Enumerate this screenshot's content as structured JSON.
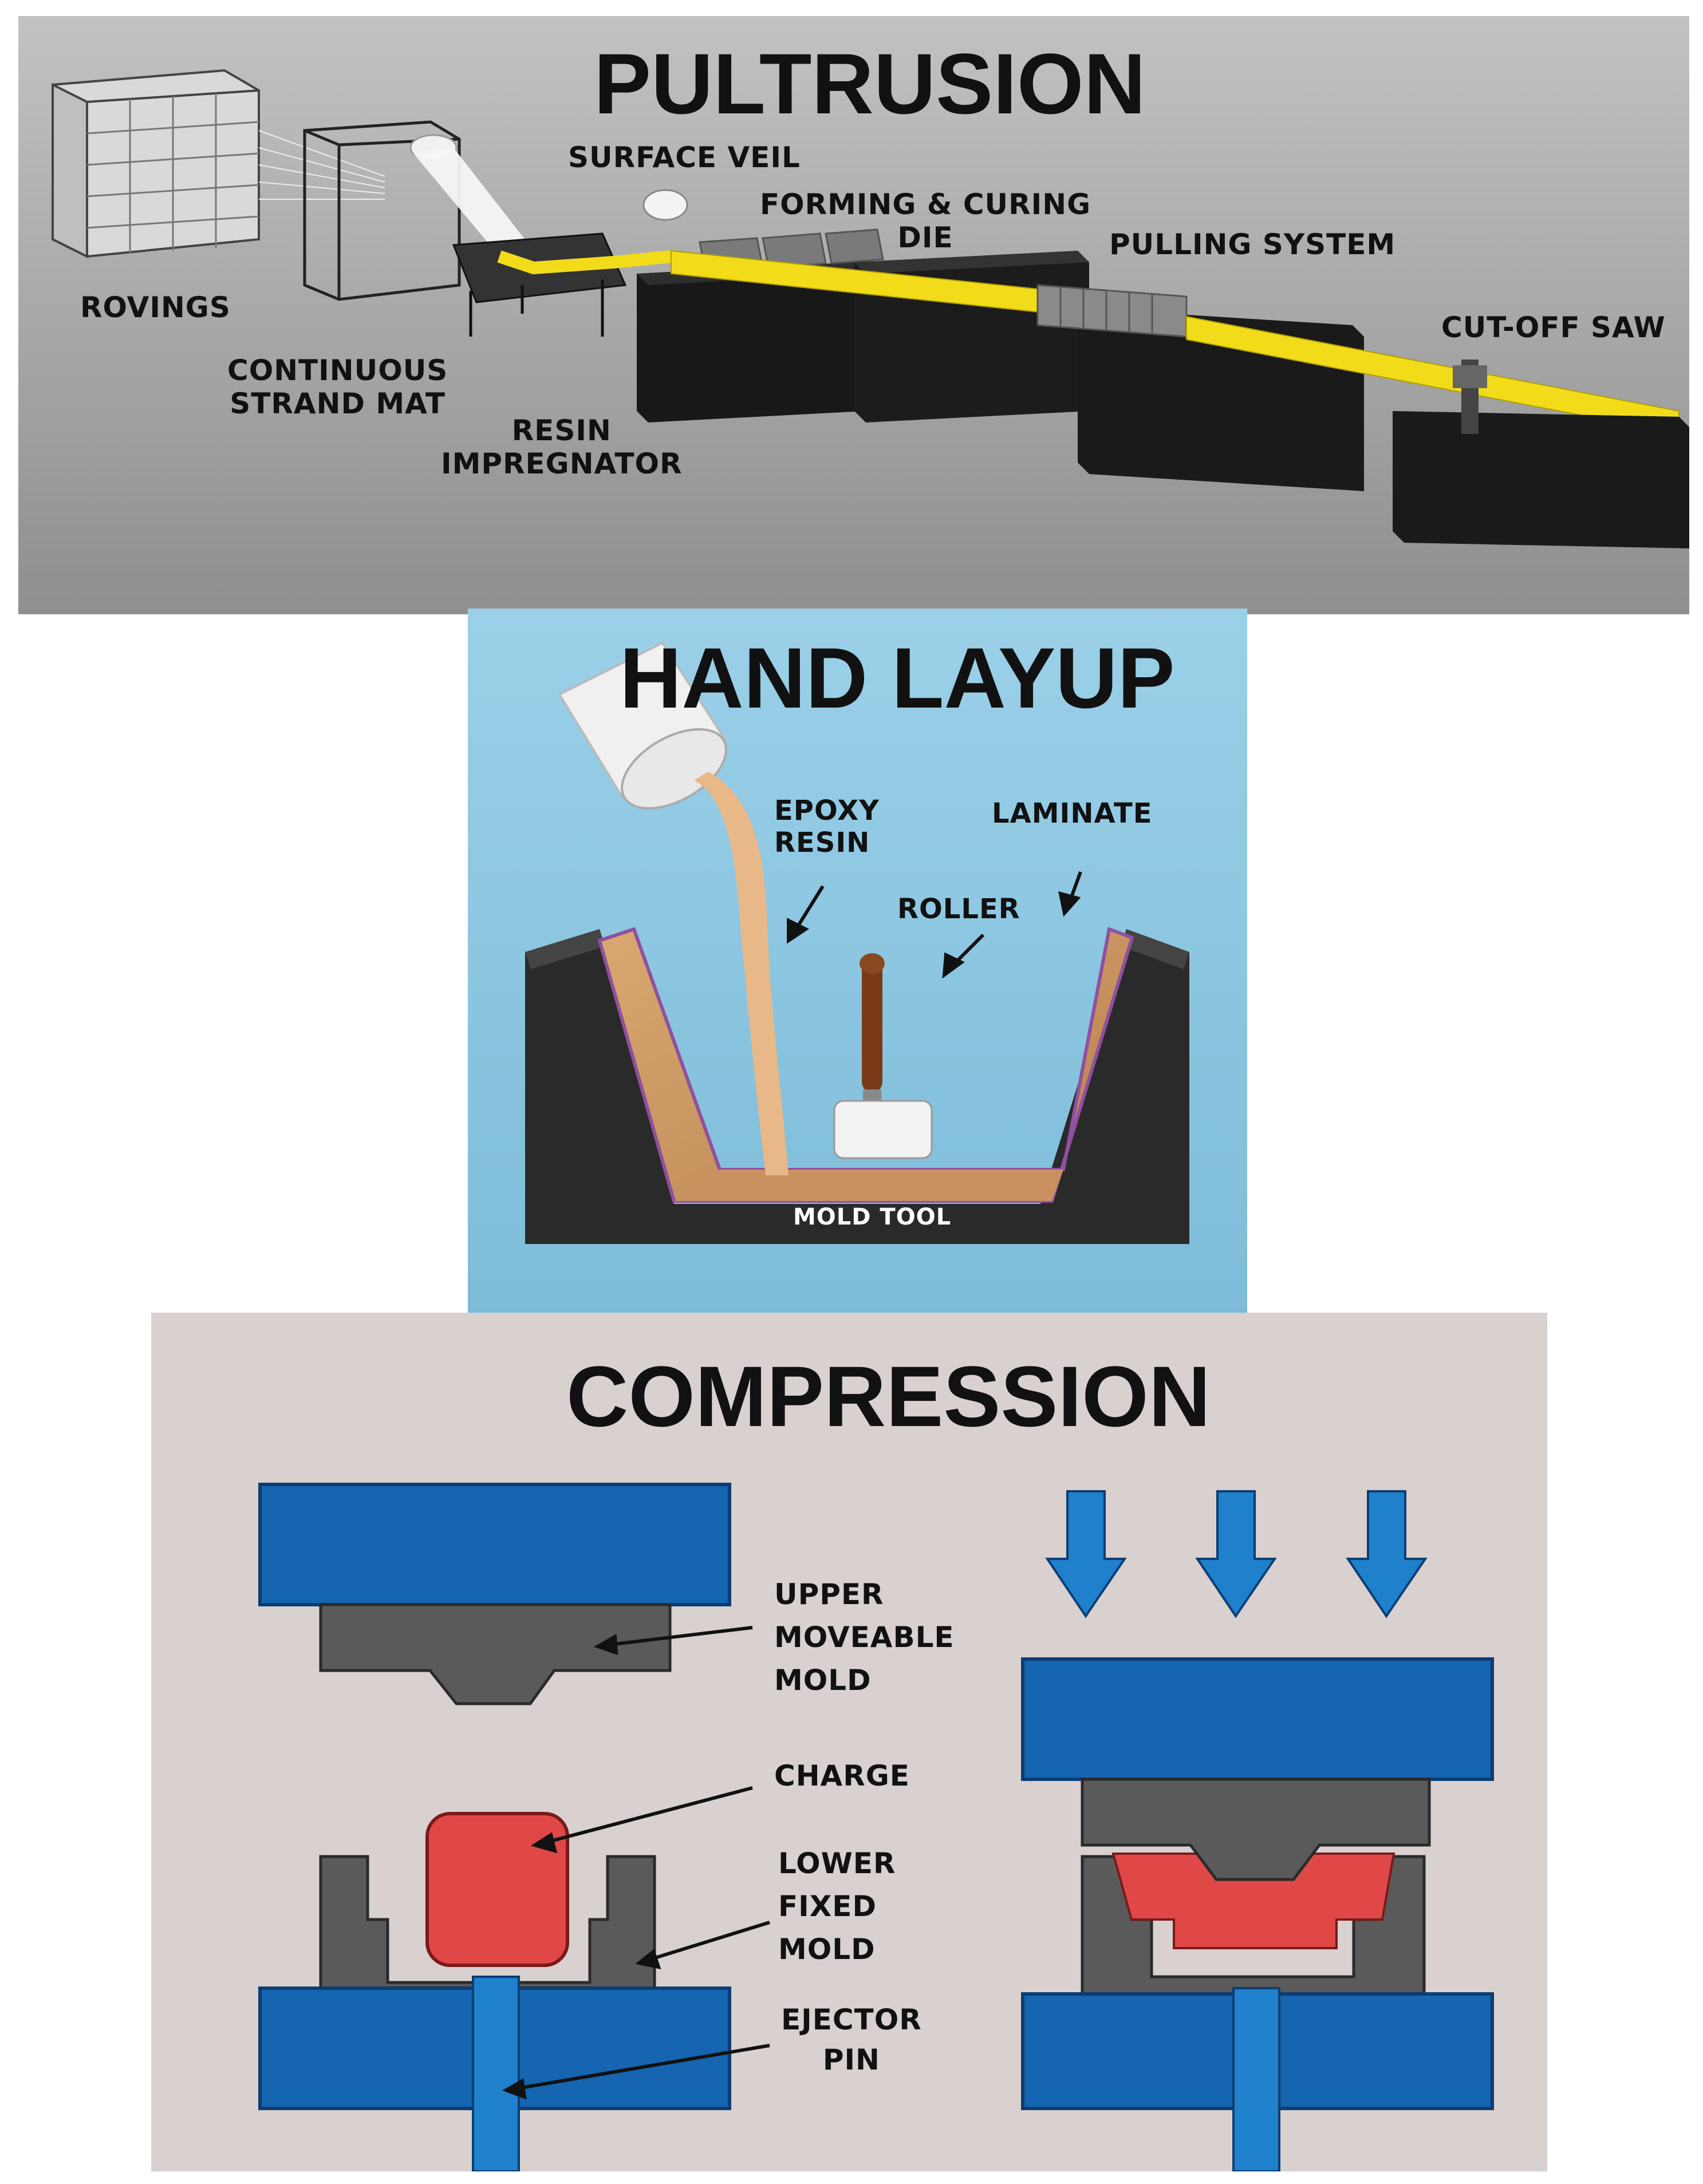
{
  "pultrusion": {
    "title": "PULTRUSION",
    "labels": {
      "rovings": "ROVINGS",
      "continuous_strand_mat": "CONTINUOUS\nSTRAND MAT",
      "resin_impregnator": "RESIN\nIMPREGNATOR",
      "surface_veil": "SURFACE VEIL",
      "forming_curing_die": "FORMING & CURING\nDIE",
      "pulling_system": "PULLING SYSTEM",
      "cut_off_saw": "CUT-OFF SAW"
    }
  },
  "hand_layup": {
    "title": "HAND LAYUP",
    "labels": {
      "epoxy_resin": "EPOXY\nRESIN",
      "laminate": "LAMINATE",
      "roller": "ROLLER",
      "mold_tool": "MOLD TOOL"
    }
  },
  "compression": {
    "title": "COMPRESSION",
    "labels": {
      "upper_moveable_mold": "UPPER\nMOVEABLE\nMOLD",
      "charge": "CHARGE",
      "lower_fixed_mold": "LOWER\nFIXED\nMOLD",
      "ejector_pin": "EJECTOR\nPIN"
    }
  },
  "colors": {
    "pultrusion_bg": "#a9a9a9",
    "handlayup_bg": "#8ec8e2",
    "compression_bg": "#d9d0d0",
    "platen_blue": "#1565b0",
    "mold_gray": "#5a5a5a",
    "charge_red": "#e04848",
    "profile_yellow": "#f2dc1a",
    "resin_tan": "#e8b888"
  }
}
